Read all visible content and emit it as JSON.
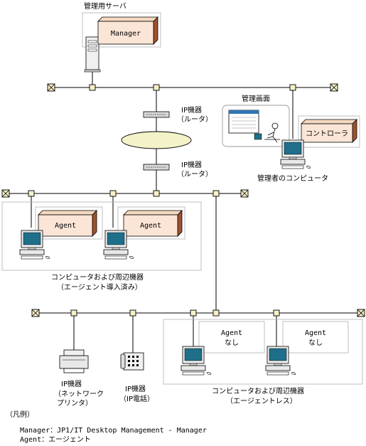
{
  "diagram": {
    "management_server": {
      "caption": "管理用サーバ",
      "box": "Manager"
    },
    "router_top": {
      "label": "IP機器",
      "sub": "（ルータ）"
    },
    "router_bottom": {
      "label": "IP機器",
      "sub": "（ルータ）"
    },
    "admin": {
      "screen_caption": "管理画面",
      "box": "コントローラ",
      "caption": "管理者のコンピュータ"
    },
    "agents_group": {
      "box1": "Agent",
      "box2": "Agent",
      "caption": "コンピュータおよび周辺機器",
      "caption2": "（エージェント導入済み）"
    },
    "agentless_group": {
      "box1_line1": "Agent",
      "box1_line2": "なし",
      "box2_line1": "Agent",
      "box2_line2": "なし",
      "caption": "コンピュータおよび周辺機器",
      "caption2": "（エージェントレス）"
    },
    "printer": {
      "label": "IP機器",
      "sub1": "（ネットワーク",
      "sub2": "プリンタ）"
    },
    "phone": {
      "label": "IP機器",
      "sub": "（IP電話）"
    },
    "legend": {
      "title": "（凡例）",
      "line1": "Manager：JP1/IT Desktop Management - Manager",
      "line2": "Agent：エージェント"
    }
  },
  "colors": {
    "box_fill": "#fbe5d6",
    "box_side": "#a0522d",
    "ellipse_fill": "#f3f2c8",
    "node_fill": "#f6f0c8",
    "screen": "#1f6f8b",
    "group_border": "#b0b0b0"
  }
}
